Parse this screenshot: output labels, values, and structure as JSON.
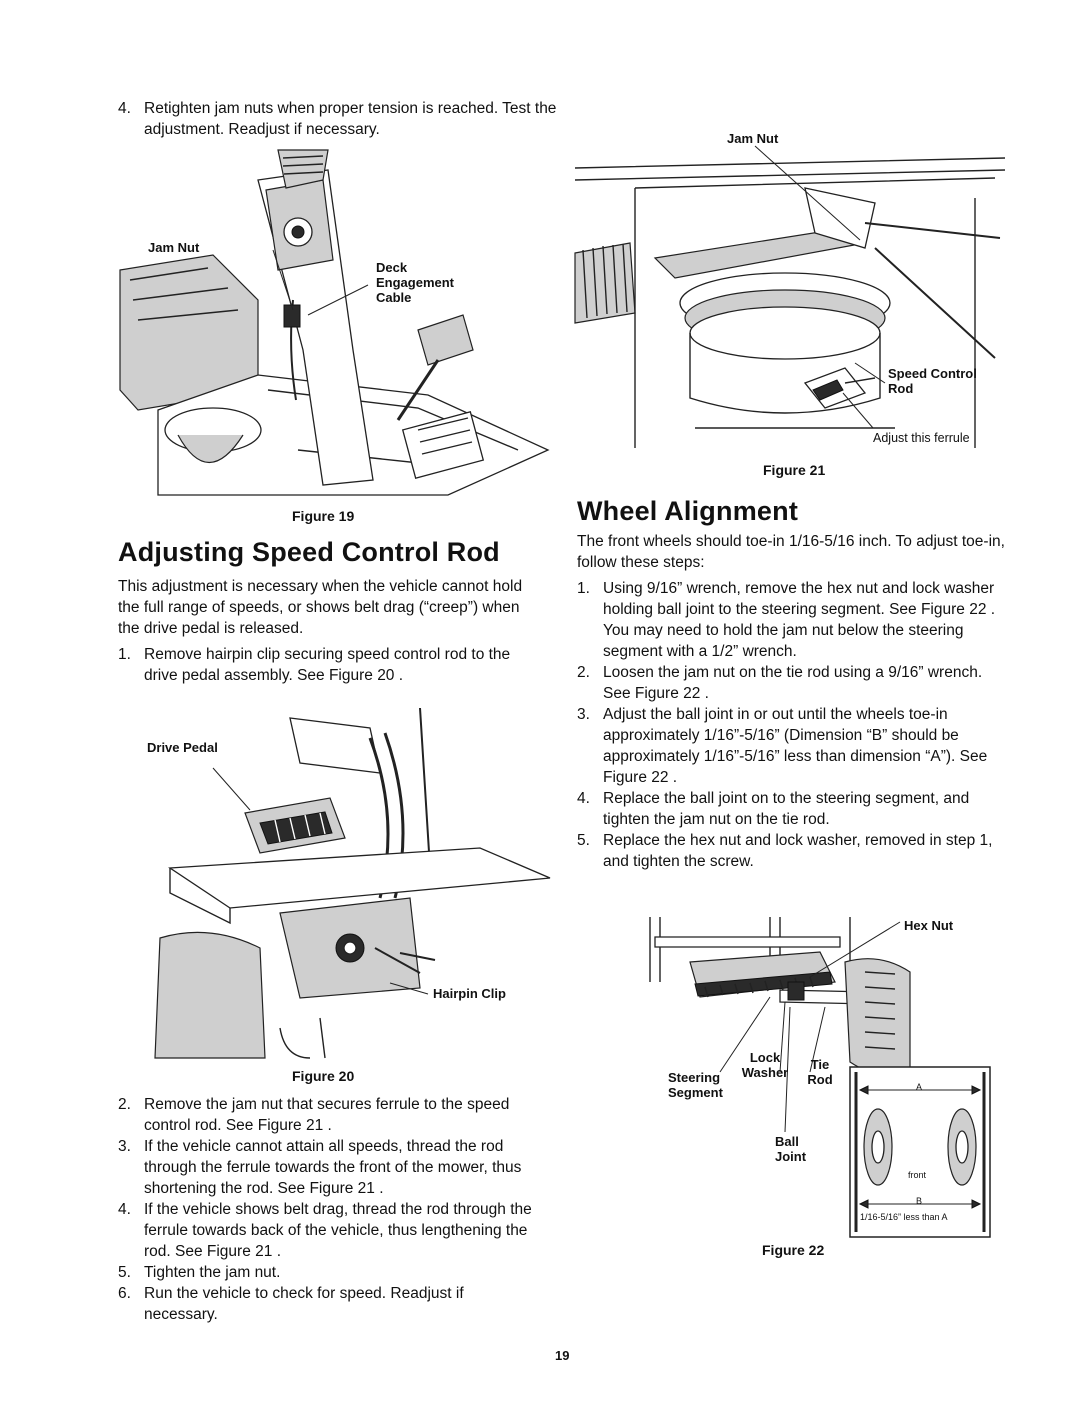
{
  "left_column": {
    "step4_num": "4.",
    "step4_text": "Retighten jam nuts when proper tension is reached. Test the adjustment. Readjust if necessary.",
    "figure19": {
      "label_jam_nut": "Jam Nut",
      "label_deck_engagement_cable": "Deck Engagement Cable",
      "caption": "Figure 19"
    },
    "heading": "Adjusting Speed Control Rod",
    "intro": "This adjustment is necessary when the vehicle cannot hold the full range of speeds, or shows belt drag (“creep”) when the drive pedal is released.",
    "steps_a": [
      {
        "num": "1.",
        "text": "Remove hairpin clip securing speed control rod to the drive pedal assembly. See Figure 20 ."
      }
    ],
    "figure20": {
      "label_drive_pedal": "Drive Pedal",
      "label_hairpin_clip": "Hairpin Clip",
      "caption": "Figure 20"
    },
    "steps_b": [
      {
        "num": "2.",
        "text": "Remove the jam nut that secures ferrule to the speed control rod. See Figure 21 ."
      },
      {
        "num": "3.",
        "text": "If the vehicle cannot attain all speeds, thread the rod through the ferrule towards the front of the mower, thus shortening the rod. See Figure 21 ."
      },
      {
        "num": "4.",
        "text": "If the vehicle shows belt drag, thread the rod through the ferrule towards back of the vehicle, thus lengthening the rod. See Figure 21 ."
      },
      {
        "num": "5.",
        "text": "Tighten the jam nut."
      },
      {
        "num": "6.",
        "text": "Run the vehicle to check for speed. Readjust if necessary."
      }
    ]
  },
  "right_column": {
    "figure21": {
      "label_jam_nut": "Jam Nut",
      "label_speed_control_rod": "Speed Control Rod",
      "label_adjust_ferrule": "Adjust this ferrule",
      "caption": "Figure 21"
    },
    "heading": "Wheel Alignment",
    "intro": "The front wheels should toe-in 1/16-5/16 inch. To adjust toe-in, follow these steps:",
    "steps": [
      {
        "num": "1.",
        "text": "Using 9/16” wrench, remove the hex nut and lock washer holding ball joint to the steering segment. See Figure 22 . You may need to hold the jam nut below the steering segment with a 1/2” wrench."
      },
      {
        "num": "2.",
        "text": "Loosen the jam nut on the tie rod using a 9/16” wrench. See Figure 22 ."
      },
      {
        "num": "3.",
        "text": "Adjust the ball joint in or out until the wheels toe-in approximately 1/16”-5/16” (Dimension “B” should be approximately 1/16”-5/16” less than dimension “A”). See Figure 22 ."
      },
      {
        "num": "4.",
        "text": "Replace the ball joint on to the steering segment, and tighten the jam nut on the tie rod."
      },
      {
        "num": "5.",
        "text": "Replace the hex nut and lock washer, removed in step 1, and tighten the screw."
      }
    ],
    "figure22": {
      "label_hex_nut": "Hex Nut",
      "label_lock_washer": "Lock Washer",
      "label_tie_rod": "Tie Rod",
      "label_steering_segment": "Steering Segment",
      "label_ball_joint": "Ball Joint",
      "inset_a": "A",
      "inset_b": "B",
      "inset_front": "front",
      "inset_note": "1/16-5/16” less than A",
      "caption": "Figure 22"
    }
  },
  "page_number": "19"
}
